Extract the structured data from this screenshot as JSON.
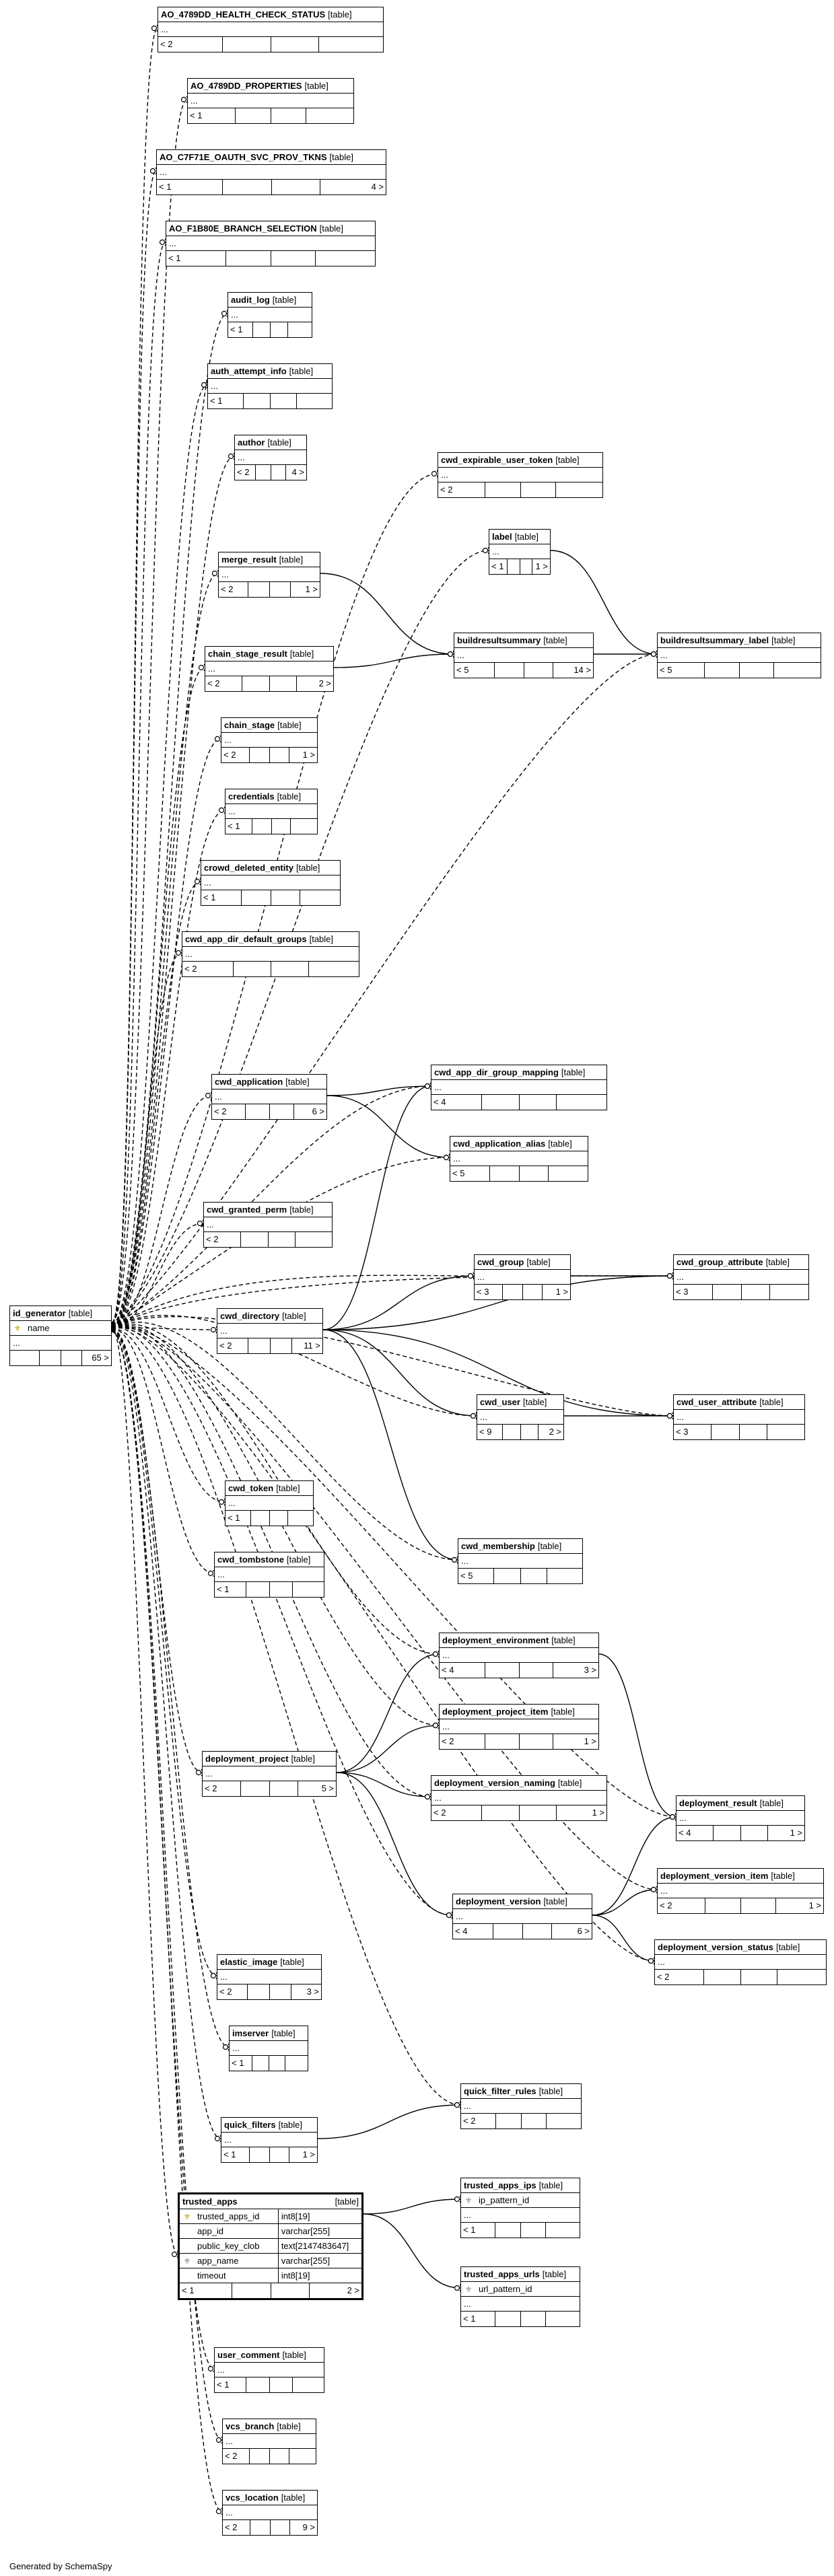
{
  "footer": "Generated by SchemaSpy",
  "type_label": "[table]",
  "ellipsis": "...",
  "tables": [
    {
      "id": "ao_health",
      "name": "AO_4789DD_HEALTH_CHECK_STATUS",
      "parents": "< 2",
      "children": ""
    },
    {
      "id": "ao_props",
      "name": "AO_4789DD_PROPERTIES",
      "parents": "< 1",
      "children": ""
    },
    {
      "id": "ao_oauth",
      "name": "AO_C7F71E_OAUTH_SVC_PROV_TKNS",
      "parents": "< 1",
      "children": "4 >"
    },
    {
      "id": "ao_branch",
      "name": "AO_F1B80E_BRANCH_SELECTION",
      "parents": "< 1",
      "children": ""
    },
    {
      "id": "audit_log",
      "name": "audit_log",
      "parents": "< 1",
      "children": ""
    },
    {
      "id": "auth_attempt",
      "name": "auth_attempt_info",
      "parents": "< 1",
      "children": ""
    },
    {
      "id": "author",
      "name": "author",
      "parents": "< 2",
      "children": "4 >"
    },
    {
      "id": "cwd_exp_tok",
      "name": "cwd_expirable_user_token",
      "parents": "< 2",
      "children": ""
    },
    {
      "id": "label",
      "name": "label",
      "parents": "< 1",
      "children": "1 >"
    },
    {
      "id": "merge_result",
      "name": "merge_result",
      "parents": "< 2",
      "children": "1 >"
    },
    {
      "id": "brs",
      "name": "buildresultsummary",
      "parents": "< 5",
      "children": "14 >"
    },
    {
      "id": "brs_label",
      "name": "buildresultsummary_label",
      "parents": "< 5",
      "children": ""
    },
    {
      "id": "chain_stage_result",
      "name": "chain_stage_result",
      "parents": "< 2",
      "children": "2 >"
    },
    {
      "id": "chain_stage",
      "name": "chain_stage",
      "parents": "< 2",
      "children": "1 >"
    },
    {
      "id": "credentials",
      "name": "credentials",
      "parents": "< 1",
      "children": ""
    },
    {
      "id": "crowd_del",
      "name": "crowd_deleted_entity",
      "parents": "< 1",
      "children": ""
    },
    {
      "id": "cwd_app_dir_def",
      "name": "cwd_app_dir_default_groups",
      "parents": "< 2",
      "children": ""
    },
    {
      "id": "cwd_application",
      "name": "cwd_application",
      "parents": "< 2",
      "children": "6 >"
    },
    {
      "id": "cwd_app_dir_map",
      "name": "cwd_app_dir_group_mapping",
      "parents": "< 4",
      "children": ""
    },
    {
      "id": "cwd_app_alias",
      "name": "cwd_application_alias",
      "parents": "< 5",
      "children": ""
    },
    {
      "id": "cwd_granted",
      "name": "cwd_granted_perm",
      "parents": "< 2",
      "children": ""
    },
    {
      "id": "cwd_group",
      "name": "cwd_group",
      "parents": "< 3",
      "children": "1 >"
    },
    {
      "id": "cwd_group_attr",
      "name": "cwd_group_attribute",
      "parents": "< 3",
      "children": ""
    },
    {
      "id": "cwd_directory",
      "name": "cwd_directory",
      "parents": "< 2",
      "children": "11 >"
    },
    {
      "id": "cwd_user",
      "name": "cwd_user",
      "parents": "< 9",
      "children": "2 >"
    },
    {
      "id": "cwd_user_attr",
      "name": "cwd_user_attribute",
      "parents": "< 3",
      "children": ""
    },
    {
      "id": "cwd_token",
      "name": "cwd_token",
      "parents": "< 1",
      "children": ""
    },
    {
      "id": "cwd_tombstone",
      "name": "cwd_tombstone",
      "parents": "< 1",
      "children": ""
    },
    {
      "id": "cwd_membership",
      "name": "cwd_membership",
      "parents": "< 5",
      "children": ""
    },
    {
      "id": "dep_env",
      "name": "deployment_environment",
      "parents": "< 4",
      "children": "3 >"
    },
    {
      "id": "dep_proj_item",
      "name": "deployment_project_item",
      "parents": "< 2",
      "children": "1 >"
    },
    {
      "id": "dep_project",
      "name": "deployment_project",
      "parents": "< 2",
      "children": "5 >"
    },
    {
      "id": "dep_ver_naming",
      "name": "deployment_version_naming",
      "parents": "< 2",
      "children": "1 >"
    },
    {
      "id": "dep_result",
      "name": "deployment_result",
      "parents": "< 4",
      "children": "1 >"
    },
    {
      "id": "dep_ver_item",
      "name": "deployment_version_item",
      "parents": "< 2",
      "children": "1 >"
    },
    {
      "id": "dep_version",
      "name": "deployment_version",
      "parents": "< 4",
      "children": "6 >"
    },
    {
      "id": "dep_ver_status",
      "name": "deployment_version_status",
      "parents": "< 2",
      "children": ""
    },
    {
      "id": "elastic_image",
      "name": "elastic_image",
      "parents": "< 2",
      "children": "3 >"
    },
    {
      "id": "imserver",
      "name": "imserver",
      "parents": "< 1",
      "children": ""
    },
    {
      "id": "qf_rules",
      "name": "quick_filter_rules",
      "parents": "< 2",
      "children": ""
    },
    {
      "id": "quick_filters",
      "name": "quick_filters",
      "parents": "< 1",
      "children": "1 >"
    },
    {
      "id": "user_comment",
      "name": "user_comment",
      "parents": "< 1",
      "children": ""
    },
    {
      "id": "vcs_branch",
      "name": "vcs_branch",
      "parents": "< 2",
      "children": ""
    },
    {
      "id": "vcs_location",
      "name": "vcs_location",
      "parents": "< 2",
      "children": "9 >"
    }
  ],
  "id_generator": {
    "name": "id_generator",
    "column": "name",
    "children": "65 >"
  },
  "trusted_apps": {
    "name": "trusted_apps",
    "columns": [
      {
        "name": "trusted_apps_id",
        "type": "int8[19]",
        "key": "pk"
      },
      {
        "name": "app_id",
        "type": "varchar[255]",
        "key": ""
      },
      {
        "name": "public_key_clob",
        "type": "text[2147483647]",
        "key": ""
      },
      {
        "name": "app_name",
        "type": "varchar[255]",
        "key": "fk"
      },
      {
        "name": "timeout",
        "type": "int8[19]",
        "key": ""
      }
    ],
    "parents": "< 1",
    "children": "2 >"
  },
  "trusted_apps_ips": {
    "name": "trusted_apps_ips",
    "column": "ip_pattern_id",
    "parents": "< 1"
  },
  "trusted_apps_urls": {
    "name": "trusted_apps_urls",
    "column": "url_pattern_id",
    "parents": "< 1"
  }
}
